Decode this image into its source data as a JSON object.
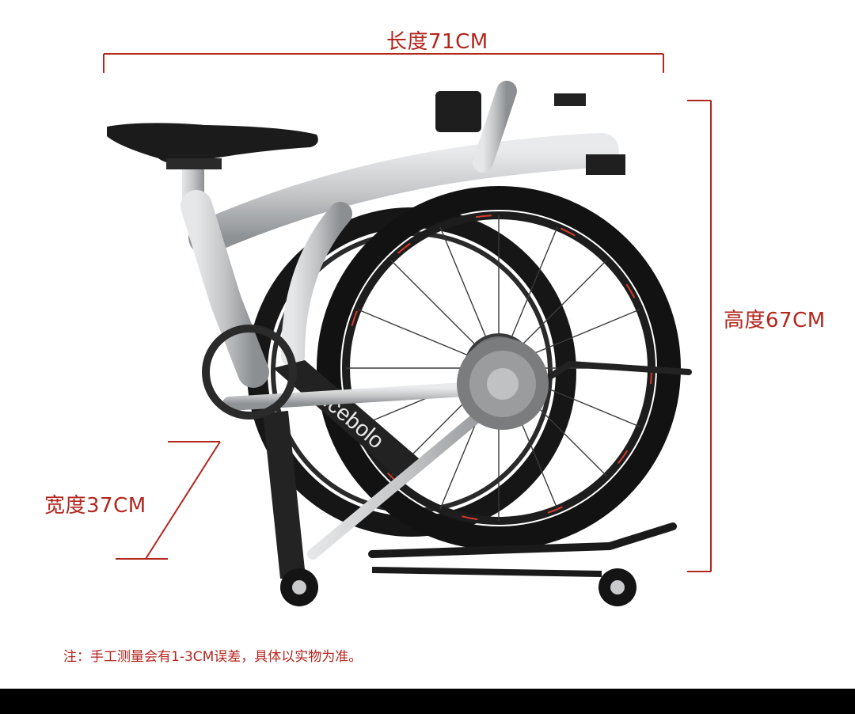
{
  "dimensions": {
    "length_label": "长度71CM",
    "height_label": "高度67CM",
    "width_label": "宽度37CM"
  },
  "note": "注：手工测量会有1-3CM误差，具体以实物为准。",
  "frame_brand": "ricebolo",
  "colors": {
    "annotation_red": "#b3261e",
    "frame_silver": "#c9cbcd",
    "tire_black": "#141414",
    "bottom_bar": "#000000"
  }
}
